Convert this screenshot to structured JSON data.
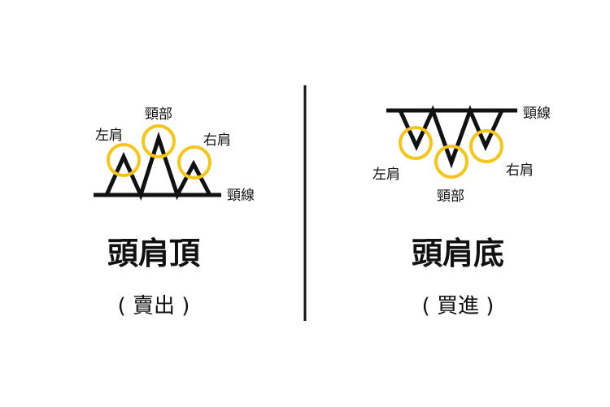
{
  "colors": {
    "line": "#111111",
    "circle": "#f5c518",
    "background": "#ffffff"
  },
  "left": {
    "title": "頭肩頂",
    "subtitle": "( 賣出 )",
    "labels": {
      "left_shoulder": "左肩",
      "head": "頸部",
      "right_shoulder": "右肩",
      "neckline": "頸線"
    }
  },
  "right": {
    "title": "頭肩底",
    "subtitle": "( 買進 )",
    "labels": {
      "left_shoulder": "左肩",
      "head": "頸部",
      "right_shoulder": "右肩",
      "neckline": "頸線"
    }
  }
}
